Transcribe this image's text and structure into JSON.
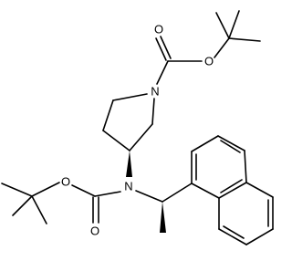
{
  "molecule": {
    "atom_labels": {
      "n_ring": "N",
      "n_amine": "N",
      "o_carbonyl_top": "O",
      "o_ester_top": "O",
      "o_ester_left": "O",
      "o_carbonyl_left": "O"
    },
    "colors": {
      "ink": "#000000",
      "background": "#ffffff"
    }
  }
}
